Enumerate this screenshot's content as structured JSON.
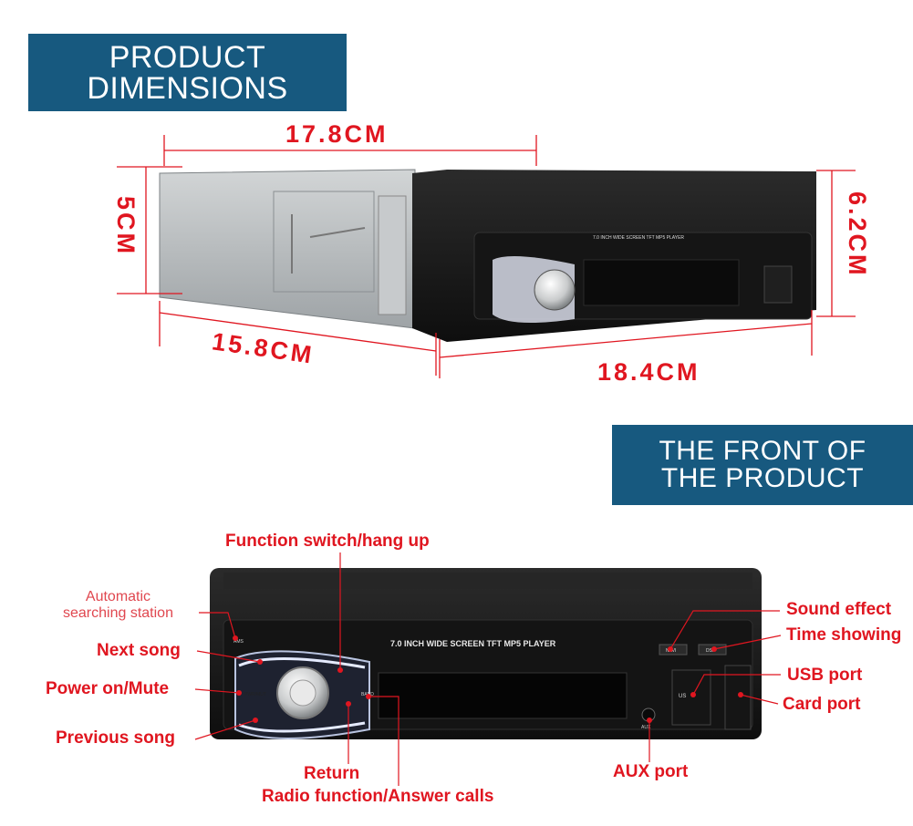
{
  "banners": {
    "dimensions": [
      "PRODUCT",
      "DIMENSIONS"
    ],
    "front": [
      "THE FRONT OF",
      "THE PRODUCT"
    ]
  },
  "dimensions": {
    "width_top": "17.8CM",
    "height_left": "5CM",
    "height_right": "6.2CM",
    "depth": "15.8CM",
    "width_bottom": "18.4CM"
  },
  "device_text": {
    "panel_title": "7.0 INCH WIDE SCREEN TFT  MP5  PLAYER",
    "btn_ams": "AMS",
    "btn_band": "BAND",
    "btn_pwr": "PWR/MUT",
    "btn_nav": "NAVI",
    "btn_dsp": "DSP",
    "btn_usb": "US",
    "btn_aux": "AUX"
  },
  "callouts": {
    "function_switch": "Function switch/hang up",
    "auto_search_1": "Automatic",
    "auto_search_2": "searching station",
    "next_song": "Next song",
    "power_mute": "Power on/Mute",
    "previous_song": "Previous song",
    "return": "Return",
    "radio_function": "Radio function/Answer calls",
    "aux_port": "AUX port",
    "sound_effect": "Sound effect",
    "time_showing": "Time showing",
    "usb_port": "USB port",
    "card_port": "Card port"
  },
  "colors": {
    "accent": "#e01620",
    "banner": "#17597f",
    "device": "#1a1a1a",
    "chassis": "#b9bdbf"
  }
}
